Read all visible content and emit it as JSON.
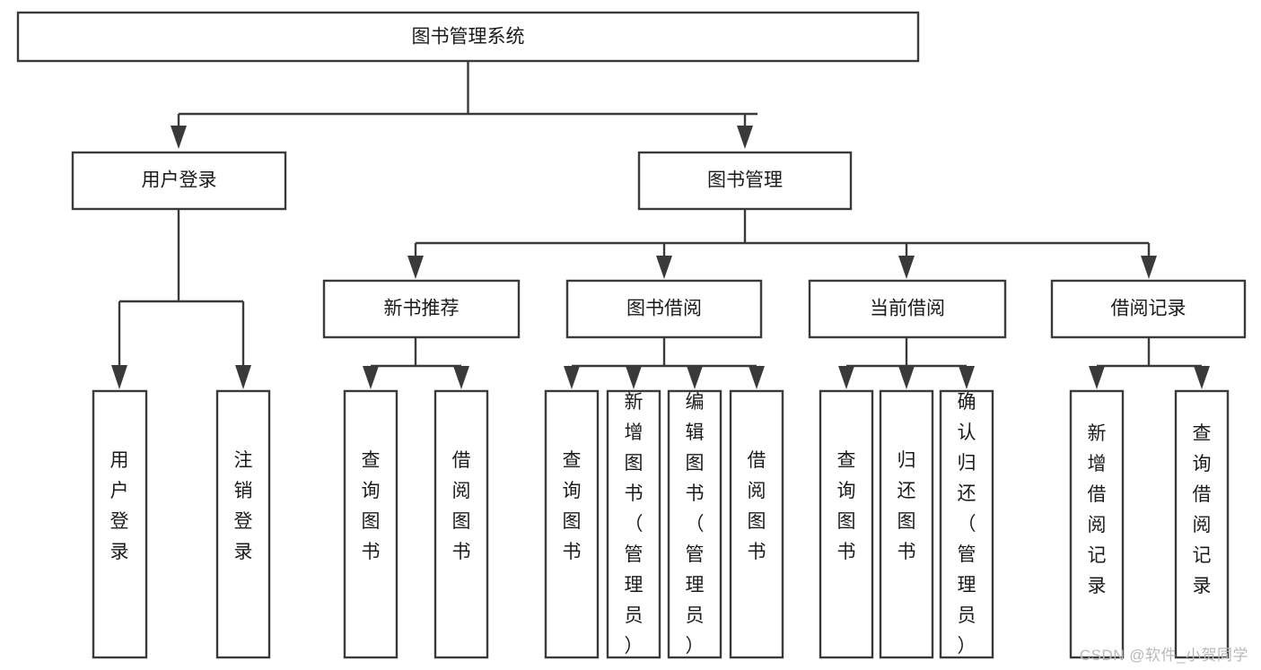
{
  "diagram": {
    "title": "图书管理系统",
    "type": "tree-hierarchy-chart",
    "orientation": "top-down",
    "colors": {
      "box_fill": "#ffffff",
      "box_stroke": "#3a3a3a",
      "connector": "#3a3a3a",
      "text": "#1b1b1b",
      "background": "#ffffff",
      "watermark": "#b9b9b9"
    },
    "root": {
      "id": "root",
      "label": "图书管理系统"
    },
    "level2": [
      {
        "id": "user-login",
        "label": "用户登录"
      },
      {
        "id": "book-management",
        "label": "图书管理"
      }
    ],
    "level3": [
      {
        "id": "new-book-recommend",
        "label": "新书推荐",
        "parent": "book-management"
      },
      {
        "id": "book-borrow",
        "label": "图书借阅",
        "parent": "book-management"
      },
      {
        "id": "current-borrow",
        "label": "当前借阅",
        "parent": "book-management"
      },
      {
        "id": "borrow-record",
        "label": "借阅记录",
        "parent": "book-management"
      }
    ],
    "leaves": [
      {
        "id": "leaf-user-login",
        "label": "用户登录",
        "parent": "user-login"
      },
      {
        "id": "leaf-user-logout",
        "label": "注销登录",
        "parent": "user-login"
      },
      {
        "id": "leaf-query-book-1",
        "label": "查询图书",
        "parent": "new-book-recommend"
      },
      {
        "id": "leaf-borrow-book-1",
        "label": "借阅图书",
        "parent": "new-book-recommend"
      },
      {
        "id": "leaf-query-book-2",
        "label": "查询图书",
        "parent": "book-borrow"
      },
      {
        "id": "leaf-add-book",
        "label": "新增图书（管理员）",
        "parent": "book-borrow"
      },
      {
        "id": "leaf-edit-book",
        "label": "编辑图书（管理员）",
        "parent": "book-borrow"
      },
      {
        "id": "leaf-borrow-book-2",
        "label": "借阅图书",
        "parent": "book-borrow"
      },
      {
        "id": "leaf-query-book-3",
        "label": "查询图书",
        "parent": "current-borrow"
      },
      {
        "id": "leaf-return-book",
        "label": "归还图书",
        "parent": "current-borrow"
      },
      {
        "id": "leaf-confirm-return",
        "label": "确认归还（管理员）",
        "parent": "current-borrow"
      },
      {
        "id": "leaf-add-record",
        "label": "新增借阅记录",
        "parent": "borrow-record"
      },
      {
        "id": "leaf-query-record",
        "label": "查询借阅记录",
        "parent": "borrow-record"
      }
    ]
  },
  "watermark": {
    "text": "CSDN @软件_小贺同学"
  }
}
